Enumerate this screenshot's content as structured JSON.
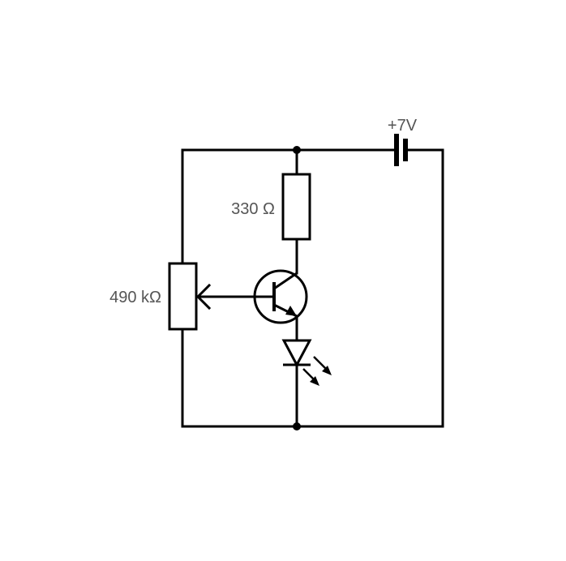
{
  "labels": {
    "supply_voltage": "+7V",
    "collector_resistor": "330 Ω",
    "potentiometer": "490 kΩ"
  },
  "colors": {
    "wire": "#000000",
    "label": "#555555",
    "background": "#ffffff"
  },
  "components": {
    "battery": "battery-icon",
    "collector_resistor": "resistor-icon",
    "potentiometer": "potentiometer-icon",
    "transistor": "npn-transistor-icon",
    "led": "led-icon"
  }
}
